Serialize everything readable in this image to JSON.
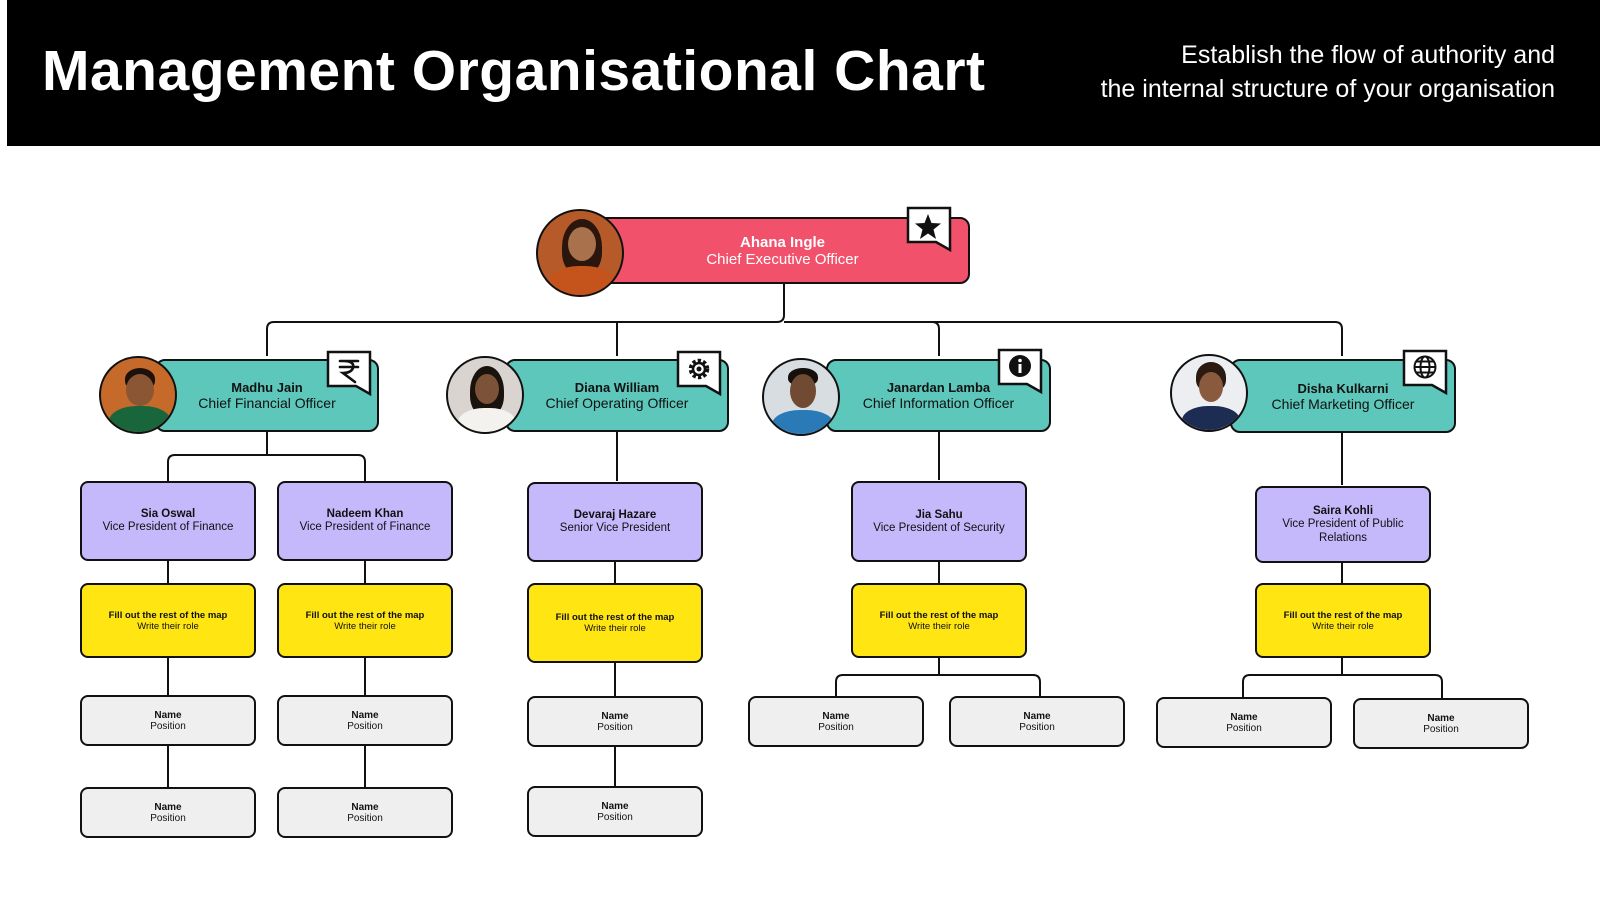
{
  "header": {
    "title": "Management Organisational Chart",
    "subtitle_line1": "Establish the flow of authority and",
    "subtitle_line2": "the internal structure of your organisation"
  },
  "colors": {
    "ceo": "#f2516b",
    "chief": "#5dc7bb",
    "vp": "#c5b8fb",
    "fill": "#ffe512",
    "slot": "#efefef"
  },
  "ceo": {
    "name": "Ahana Ingle",
    "role": "Chief Executive Officer",
    "icon": "star-icon"
  },
  "chiefs": [
    {
      "name": "Madhu Jain",
      "role": "Chief Financial Officer",
      "icon": "rupee-icon"
    },
    {
      "name": "Diana William",
      "role": "Chief Operating Officer",
      "icon": "gear-icon"
    },
    {
      "name": "Janardan Lamba",
      "role": "Chief Information Officer",
      "icon": "info-icon"
    },
    {
      "name": "Disha Kulkarni",
      "role": "Chief Marketing Officer",
      "icon": "globe-icon"
    }
  ],
  "vps": [
    {
      "name": "Sia Oswal",
      "role": "Vice President of Finance"
    },
    {
      "name": "Nadeem Khan",
      "role": "Vice President of Finance"
    },
    {
      "name": "Devaraj Hazare",
      "role": "Senior Vice President"
    },
    {
      "name": "Jia Sahu",
      "role": "Vice President of Security"
    },
    {
      "name": "Saira Kohli",
      "role": "Vice President of Public Relations"
    }
  ],
  "fill": {
    "title": "Fill out the rest of the map",
    "subtitle": "Write their role"
  },
  "slot": {
    "name": "Name",
    "position": "Position"
  }
}
